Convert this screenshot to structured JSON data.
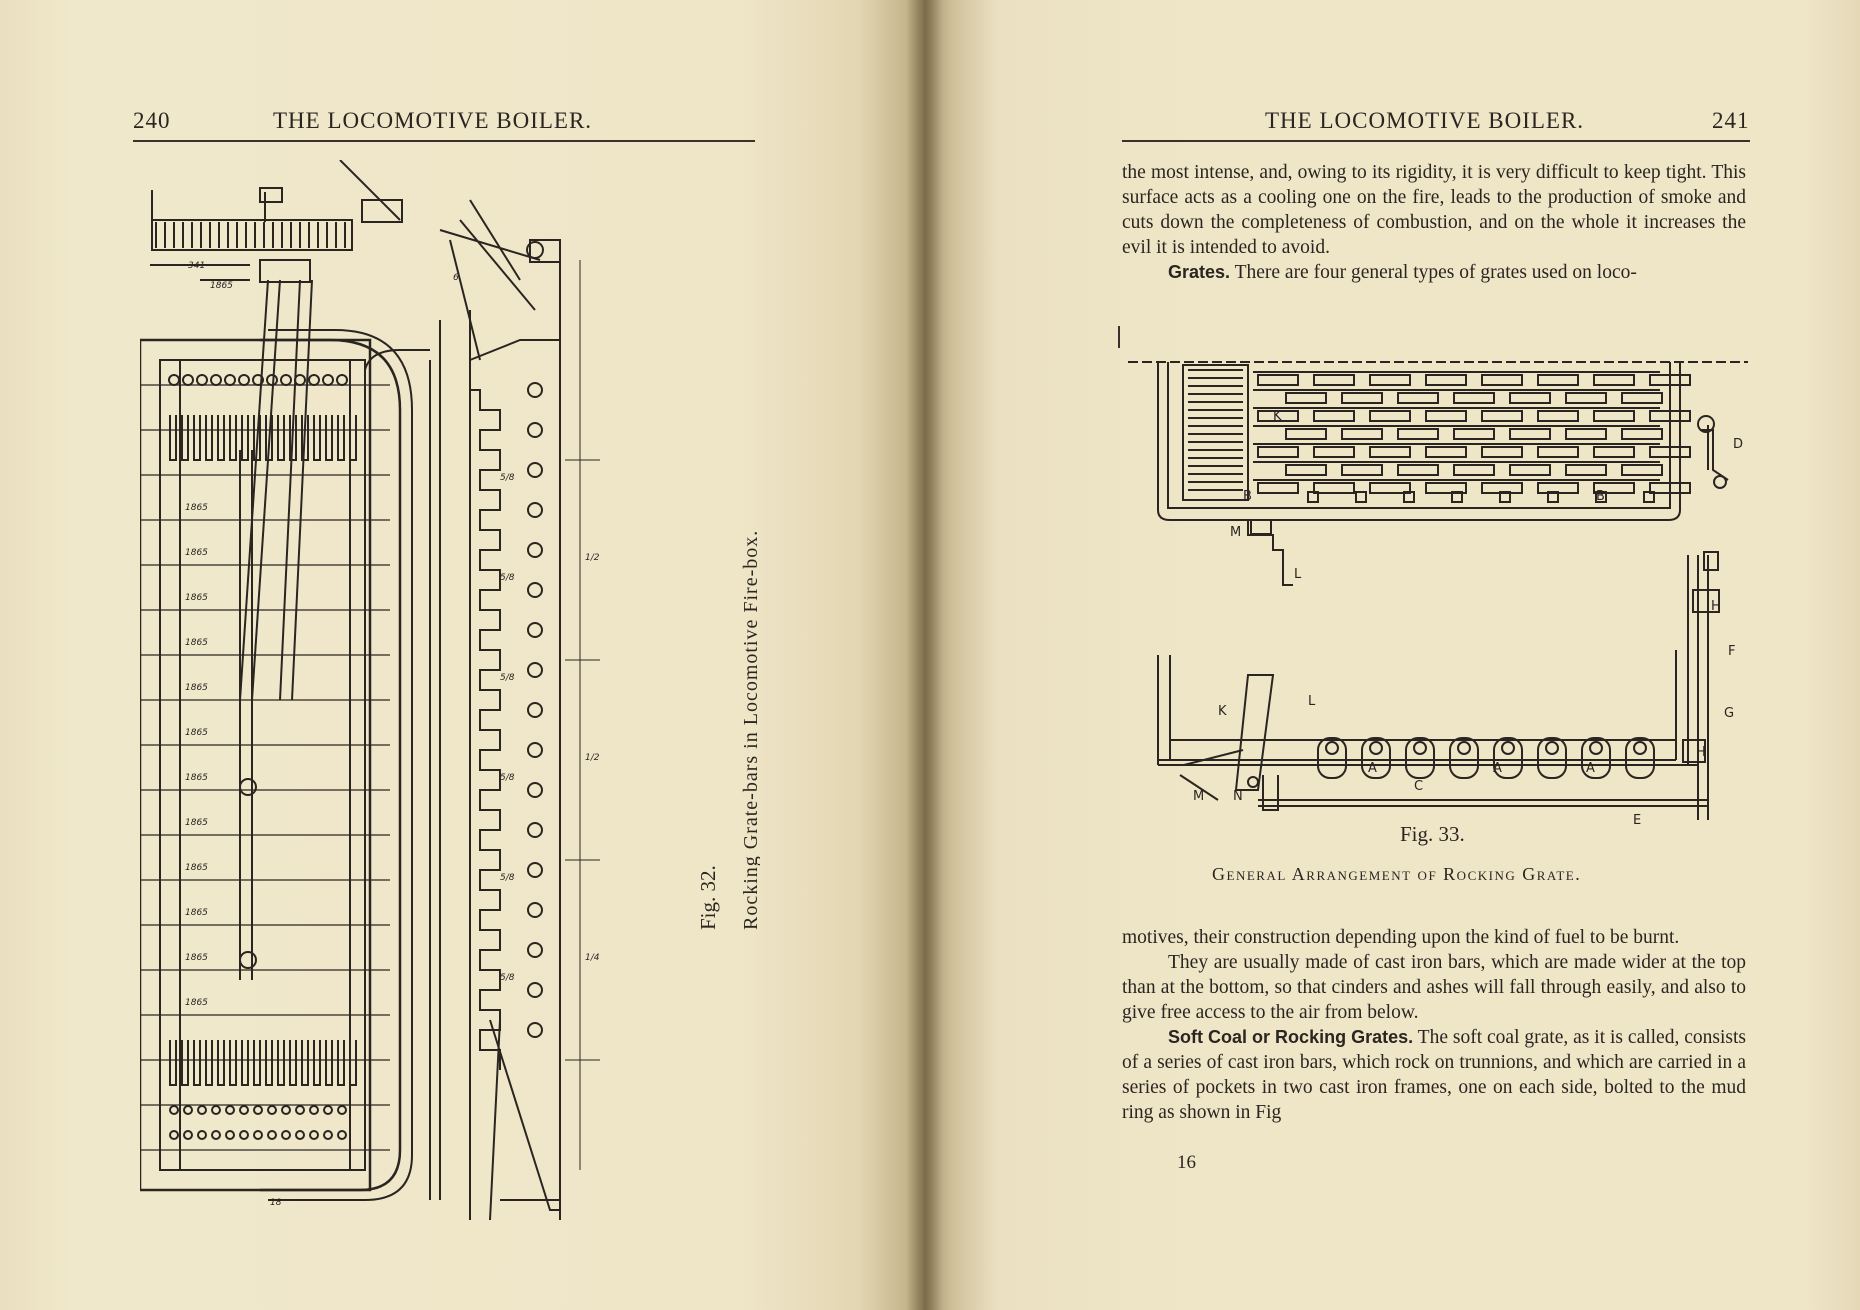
{
  "left_page": {
    "page_number": "240",
    "running_head": "THE LOCOMOTIVE BOILER.",
    "figure": {
      "number": "Fig. 32.",
      "caption": "Rocking Grate-bars in Locomotive Fire-box."
    },
    "drawing_annotations": [
      "341",
      "1865",
      "5/8",
      "1/2",
      "1/4",
      "6",
      "18"
    ]
  },
  "right_page": {
    "page_number": "241",
    "running_head": "THE LOCOMOTIVE BOILER.",
    "para1": "the most intense, and, owing to its rigidity, it is very difficult to keep tight.  This surface acts as a cooling one on the fire, leads to the production of smoke and cuts down the completeness of combustion, and on the whole it increases the evil it is intended to avoid.",
    "grates_heading": "Grates.",
    "grates_text": " There are four general types of grates used on loco-",
    "figure": {
      "number": "Fig. 33.",
      "caption": "General Arrangement of Rocking Grate.",
      "labels": {
        "K": "K",
        "B": "B",
        "D": "D",
        "M": "M",
        "L": "L",
        "H": "H",
        "F": "F",
        "G": "G",
        "N": "N",
        "A": "A",
        "C": "C",
        "E": "E"
      }
    },
    "para2": "motives, their construction depending upon the kind of fuel to be burnt.",
    "para3": "They are usually made of cast iron bars, which are made wider at the top than at the bottom, so that cinders and ashes will fall through easily, and also to give free access to the air from below.",
    "soft_heading": "Soft Coal or Rocking Grates.",
    "soft_text": " The soft coal grate, as it is called, consists of a series of cast iron bars, which rock on trunnions, and which are carried in a series of pockets in two cast iron frames, one on each side, bolted to the mud ring as shown in Fig",
    "signature": "16"
  }
}
